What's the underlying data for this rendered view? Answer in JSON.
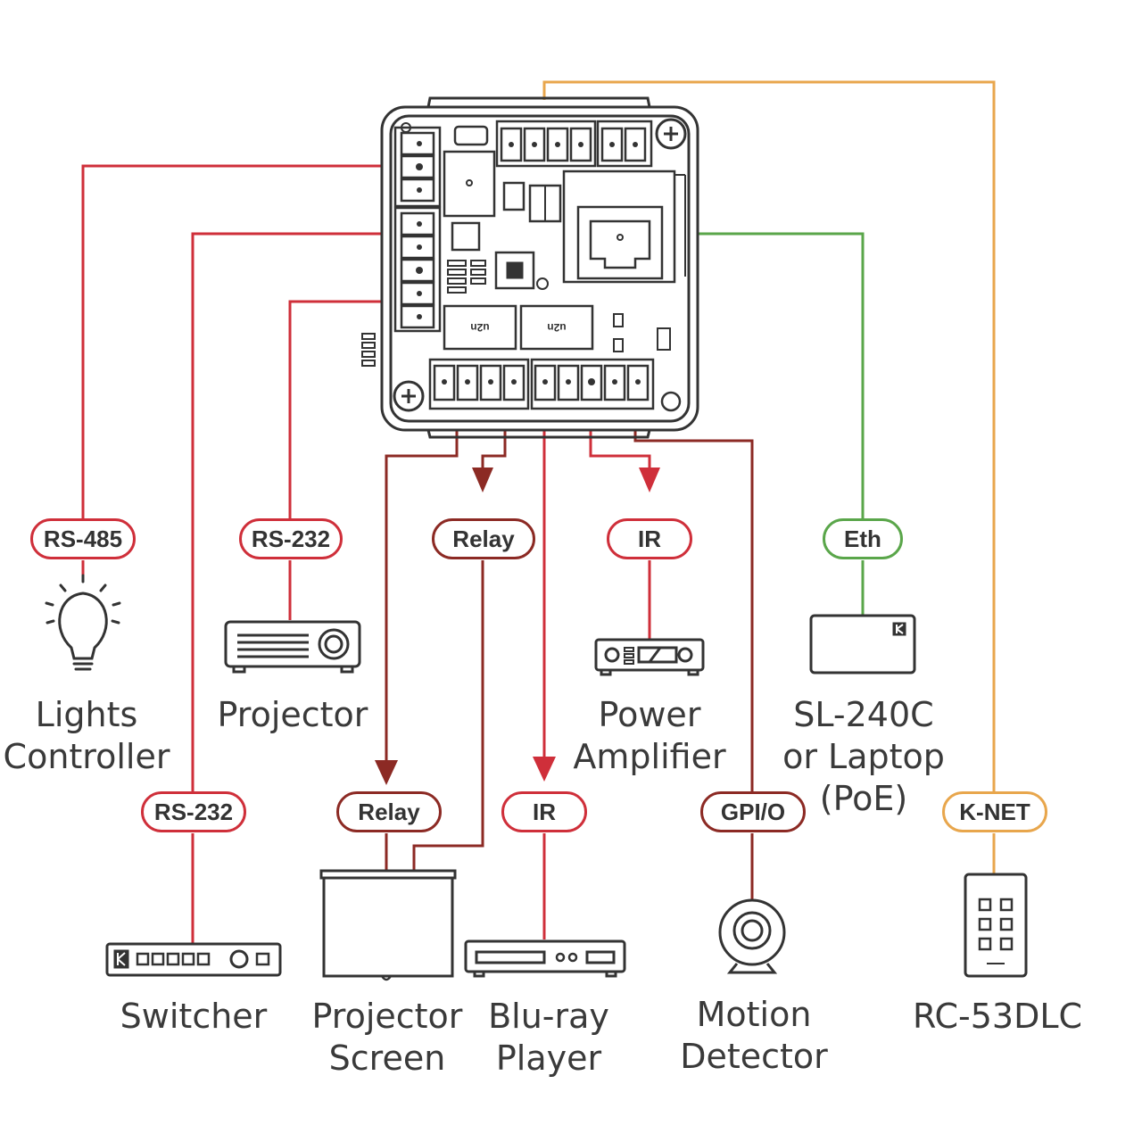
{
  "colors": {
    "red": "#cf2f3a",
    "dark_red": "#8c2a24",
    "green": "#5aa64a",
    "orange": "#e8a64c",
    "outline": "#333333"
  },
  "connections": [
    {
      "id": "rs485",
      "label": "RS-485",
      "color": "red"
    },
    {
      "id": "rs232-projector",
      "label": "RS-232",
      "color": "red"
    },
    {
      "id": "relay-top",
      "label": "Relay",
      "color": "dark_red"
    },
    {
      "id": "ir-top",
      "label": "IR",
      "color": "red"
    },
    {
      "id": "eth",
      "label": "Eth",
      "color": "green"
    },
    {
      "id": "rs232-switcher",
      "label": "RS-232",
      "color": "red"
    },
    {
      "id": "relay-bottom",
      "label": "Relay",
      "color": "dark_red"
    },
    {
      "id": "ir-bottom",
      "label": "IR",
      "color": "red"
    },
    {
      "id": "gpio",
      "label": "GPI/O",
      "color": "dark_red"
    },
    {
      "id": "knet",
      "label": "K-NET",
      "color": "orange"
    }
  ],
  "devices": {
    "lights": {
      "line1": "Lights",
      "line2": "Controller",
      "icon": "lightbulb-icon"
    },
    "projector": {
      "line1": "Projector",
      "icon": "projector-icon"
    },
    "amplifier": {
      "line1": "Power",
      "line2": "Amplifier",
      "icon": "amplifier-icon"
    },
    "laptop": {
      "line1": "SL-240C",
      "line2": "or Laptop",
      "line3": "(PoE)",
      "icon": "sl240c-icon"
    },
    "switcher": {
      "line1": "Switcher",
      "icon": "switcher-icon"
    },
    "screen": {
      "line1": "Projector",
      "line2": "Screen",
      "icon": "projector-screen-icon"
    },
    "bluray": {
      "line1": "Blu-ray",
      "line2": "Player",
      "icon": "bluray-player-icon"
    },
    "motion": {
      "line1": "Motion",
      "line2": "Detector",
      "icon": "motion-detector-icon"
    },
    "keypad": {
      "line1": "RC-53DLC",
      "icon": "keypad-icon"
    }
  },
  "controller": {
    "chip_label": "u2n",
    "icon": "controller-board-icon"
  }
}
